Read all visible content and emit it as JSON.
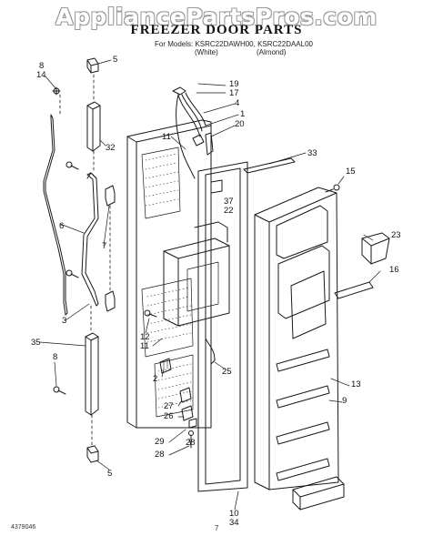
{
  "header": {
    "watermark": "AppliancePartsPros.com",
    "title": "FREEZER DOOR PARTS",
    "models_line": "For Models: KSRC22DAWH00, KSRC22DAAL00",
    "variant_white": "(White)",
    "variant_almond": "(Almond)"
  },
  "callouts": [
    {
      "id": "c-8",
      "text": "8"
    },
    {
      "id": "c-14",
      "text": "14"
    },
    {
      "id": "c-5a",
      "text": "5"
    },
    {
      "id": "c-19",
      "text": "19"
    },
    {
      "id": "c-17",
      "text": "17"
    },
    {
      "id": "c-4",
      "text": "4"
    },
    {
      "id": "c-1",
      "text": "1"
    },
    {
      "id": "c-20",
      "text": "20"
    },
    {
      "id": "c-11a",
      "text": "11"
    },
    {
      "id": "c-32",
      "text": "32"
    },
    {
      "id": "c-33",
      "text": "33"
    },
    {
      "id": "c-15",
      "text": "15"
    },
    {
      "id": "c-6",
      "text": "6"
    },
    {
      "id": "c-37",
      "text": "37"
    },
    {
      "id": "c-22",
      "text": "22"
    },
    {
      "id": "c-7",
      "text": "7"
    },
    {
      "id": "c-23",
      "text": "23"
    },
    {
      "id": "c-16",
      "text": "16"
    },
    {
      "id": "c-3",
      "text": "3"
    },
    {
      "id": "c-12",
      "text": "12"
    },
    {
      "id": "c-11b",
      "text": "11"
    },
    {
      "id": "c-35",
      "text": "35"
    },
    {
      "id": "c-8b",
      "text": "8"
    },
    {
      "id": "c-2",
      "text": "2"
    },
    {
      "id": "c-25",
      "text": "25"
    },
    {
      "id": "c-13",
      "text": "13"
    },
    {
      "id": "c-9",
      "text": "9"
    },
    {
      "id": "c-27",
      "text": "27"
    },
    {
      "id": "c-26",
      "text": "26"
    },
    {
      "id": "c-29",
      "text": "29"
    },
    {
      "id": "c-28a",
      "text": "28"
    },
    {
      "id": "c-28b",
      "text": "28"
    },
    {
      "id": "c-10",
      "text": "10"
    },
    {
      "id": "c-34",
      "text": "34"
    },
    {
      "id": "c-5b",
      "text": "5"
    }
  ],
  "footer": {
    "doc_number": "4379046",
    "page_number": "7"
  },
  "colors": {
    "line": "#1a1a1a",
    "watermark_outline": "#9a9a9a"
  }
}
